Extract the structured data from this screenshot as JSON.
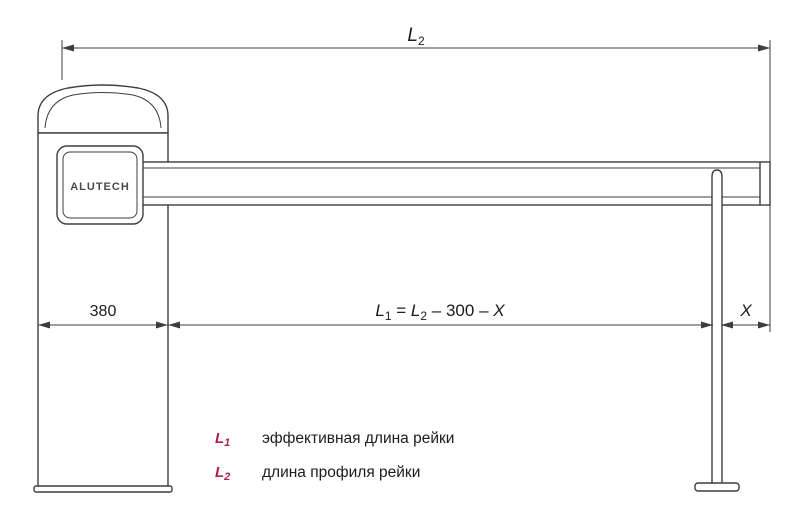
{
  "diagram": {
    "brand": "ALUTECH",
    "dims": {
      "l2": {
        "sym": "L",
        "sub": "2"
      },
      "width380": "380",
      "x": "X",
      "formula": {
        "sym1": "L",
        "sub1": "1",
        "eq": " = ",
        "sym2": "L",
        "sub2": "2",
        "tail": " – 300 – ",
        "x": "X"
      }
    },
    "legend": {
      "items": [
        {
          "sym": "L",
          "sub": "1",
          "label": "эффективная длина рейки"
        },
        {
          "sym": "L",
          "sub": "2",
          "label": "длина профиля рейки"
        }
      ]
    },
    "colors": {
      "line": "#3d3d3d",
      "text": "#1c1c1c",
      "accent": "#b01e55",
      "brand": "#4a4a4a"
    }
  }
}
